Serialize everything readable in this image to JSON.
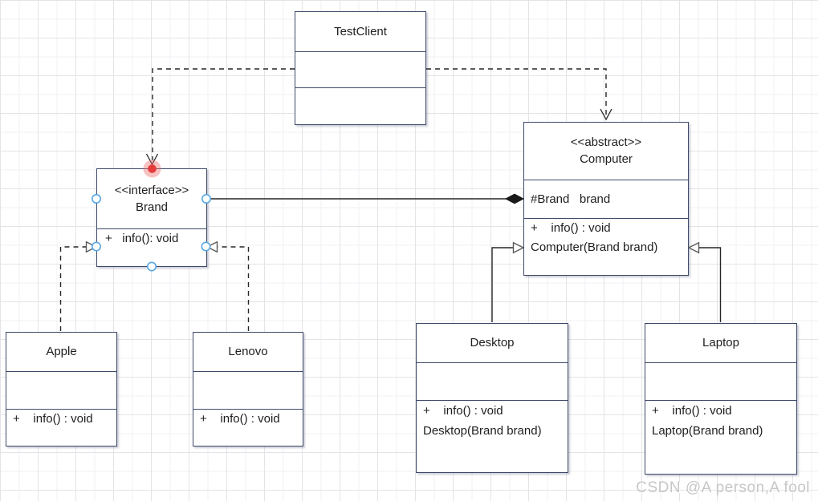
{
  "canvas": {
    "watermark": "CSDN @A person,A fool"
  },
  "classes": {
    "testclient": {
      "name": "TestClient"
    },
    "brand": {
      "stereotype": "<<interface>>",
      "name": "Brand",
      "op1": "+   info(): void"
    },
    "computer": {
      "stereotype": "<<abstract>>",
      "name": "Computer",
      "attr1": "#Brand   brand",
      "op1": "+    info() : void",
      "op2": "Computer(Brand brand)"
    },
    "apple": {
      "name": "Apple",
      "op1": "+    info() : void"
    },
    "lenovo": {
      "name": "Lenovo",
      "op1": "+    info() : void"
    },
    "desktop": {
      "name": "Desktop",
      "op1": "+    info() : void",
      "op2": "Desktop(Brand brand)"
    },
    "laptop": {
      "name": "Laptop",
      "op1": "+    info() : void",
      "op2": "Laptop(Brand brand)"
    }
  },
  "relationships": [
    {
      "from": "TestClient",
      "to": "Brand",
      "type": "dependency",
      "line": "dashed",
      "arrow": "open-v"
    },
    {
      "from": "TestClient",
      "to": "Computer",
      "type": "dependency",
      "line": "dashed",
      "arrow": "open-v"
    },
    {
      "from": "Brand",
      "to": "Computer",
      "type": "composition",
      "line": "solid",
      "arrow": "filled-diamond"
    },
    {
      "from": "Apple",
      "to": "Brand",
      "type": "realization",
      "line": "dashed",
      "arrow": "hollow-triangle"
    },
    {
      "from": "Lenovo",
      "to": "Brand",
      "type": "realization",
      "line": "dashed",
      "arrow": "hollow-triangle"
    },
    {
      "from": "Desktop",
      "to": "Computer",
      "type": "generalization",
      "line": "solid",
      "arrow": "hollow-triangle"
    },
    {
      "from": "Laptop",
      "to": "Computer",
      "type": "generalization",
      "line": "solid",
      "arrow": "hollow-triangle"
    }
  ],
  "selection": {
    "selected_class": "Brand",
    "handle_color": "#57a7e3",
    "anchor_dot_color": "#e43b3b"
  },
  "colors": {
    "box_border": "#3e4a68",
    "line": "#262626",
    "watermark": "#c7c7c7",
    "grid_minor": "#f2f2f4",
    "grid_major": "#e4e4e7"
  }
}
